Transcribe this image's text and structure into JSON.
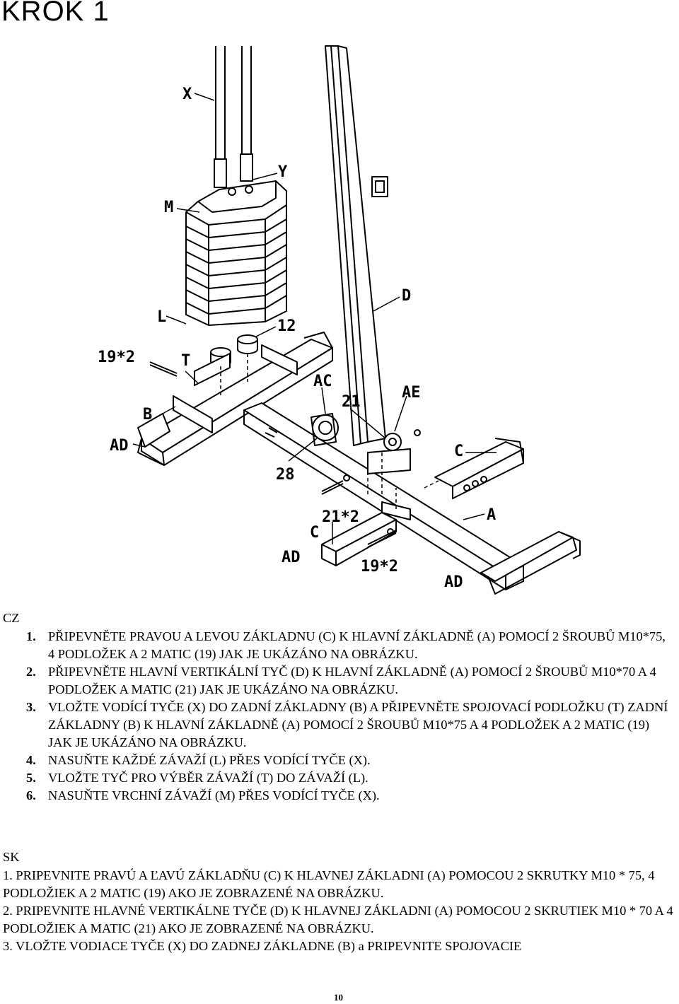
{
  "title": "KROK 1",
  "diagram_labels": {
    "X": "X",
    "Y": "Y",
    "M": "M",
    "L": "L",
    "D": "D",
    "n12": "12",
    "n19x2_top": "19*2",
    "T": "T",
    "AC": "AC",
    "n21": "21",
    "AE": "AE",
    "B": "B",
    "AD_left": "AD",
    "C_right": "C",
    "n28": "28",
    "A": "A",
    "n21x2": "21*2",
    "C_front": "C",
    "AD_front": "AD",
    "n19x2_bottom": "19*2",
    "AD_right": "AD"
  },
  "cz": {
    "heading": "CZ",
    "items": [
      {
        "num": "1.",
        "text": "PŘIPEVNĚTE PRAVOU A LEVOU ZÁKLADNU (C) K HLAVNÍ ZÁKLADNĚ (A) POMOCÍ 2 ŠROUBŮ M10*75, 4 PODLOŽEK A 2 MATIC (19) JAK JE UKÁZÁNO NA OBRÁZKU."
      },
      {
        "num": "2.",
        "text": "PŘIPEVNĚTE HLAVNÍ VERTIKÁLNÍ TYČ (D) K HLAVNÍ ZÁKLADNĚ (A) POMOCÍ 2 ŠROUBŮ M10*70 A 4 PODLOŽEK A MATIC (21) JAK JE UKÁZÁNO NA OBRÁZKU."
      },
      {
        "num": "3.",
        "text": "VLOŽTE VODÍCÍ TYČE (X) DO ZADNÍ ZÁKLADNY (B) A PŘIPEVNĚTE SPOJOVACÍ PODLOŽKU (T) ZADNÍ ZÁKLADNY (B) K HLAVNÍ ZÁKLADNĚ (A) POMOCÍ 2 ŠROUBŮ M10*75 A 4 PODLOŽEK A 2 MATIC (19) JAK JE UKÁZÁNO NA OBRÁZKU."
      },
      {
        "num": "4.",
        "text": "NASUŇTE KAŽDÉ ZÁVAŽÍ (L) PŘES VODÍCÍ TYČE (X)."
      },
      {
        "num": "5.",
        "text": "VLOŽTE TYČ PRO VÝBĚR ZÁVAŽÍ (T) DO ZÁVAŽÍ (L)."
      },
      {
        "num": "6.",
        "text": "NASUŇTE VRCHNÍ ZÁVAŽÍ (M) PŘES VODÍCÍ TYČE (X)."
      }
    ]
  },
  "sk": {
    "heading": "SK",
    "items": [
      {
        "text": "1. PRIPEVNITE PRAVÚ A ĽAVÚ ZÁKLADŇU (C) K HLAVNEJ ZÁKLADNI (A) POMOCOU 2 SKRUTKY M10 * 75, 4 PODLOŽIEK A 2 MATIC (19) AKO JE ZOBRAZENÉ NA OBRÁZKU."
      },
      {
        "text": "2. PRIPEVNITE HLAVNÉ VERTIKÁLNE TYČE (D) K HLAVNEJ ZÁKLADNI (A) POMOCOU 2 SKRUTIEK M10 * 70 A 4 PODLOŽIEK A MATIC (21) AKO JE ZOBRAZENÉ NA OBRÁZKU."
      },
      {
        "text": "3. VLOŽTE VODIACE TYČE (X) DO ZADNEJ ZÁKLADNE (B) a PRIPEVNITE SPOJOVACIE"
      }
    ]
  },
  "page_number": "10"
}
